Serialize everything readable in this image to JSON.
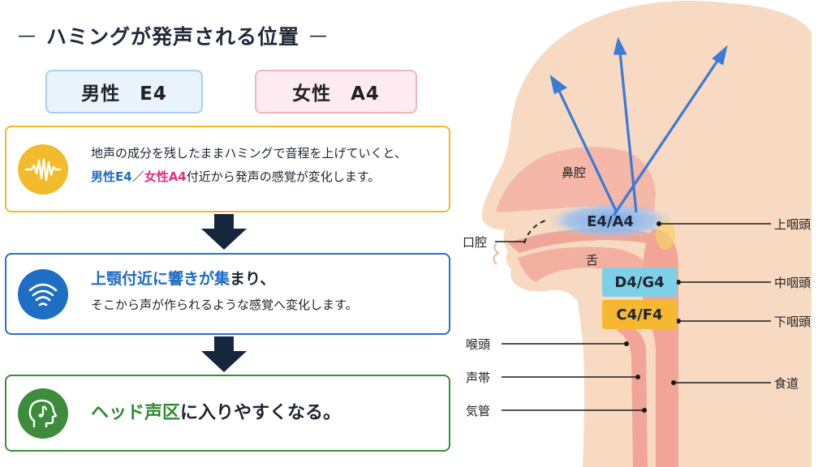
{
  "title": {
    "dash_left": "—",
    "text": "ハミングが発声される位置",
    "dash_right": "—"
  },
  "pills": {
    "male": "男性　E4",
    "female": "女性　A4"
  },
  "cards": {
    "c1": {
      "icon": "sound-wave-icon",
      "line1": "地声の成分を残したままハミングで音程を上げていくと、",
      "male_hl": "男性E4",
      "slash": "／",
      "female_hl": "女性A4",
      "line2_rest": "付近から発声の感覚が変化します。"
    },
    "c2": {
      "icon": "resonance-icon",
      "line1_hl": "上顎付近に響きが集",
      "line1_rest": "まり、",
      "line2": "そこから声が作られるような感覚へ変化します。"
    },
    "c3": {
      "icon": "head-voice-icon",
      "hl": "ヘッド声区",
      "rest": "に入りやすくなる。"
    }
  },
  "diagram": {
    "labels": {
      "nasal_cavity": "鼻腔",
      "mouth": "口腔",
      "tongue": "舌",
      "upper_pharynx": "上咽頭",
      "mid_pharynx": "中咽頭",
      "lower_pharynx": "下咽頭",
      "larynx": "喉頭",
      "vocal_cords": "声帯",
      "trachea": "気管",
      "esophagus": "食道"
    },
    "zones": {
      "e4a4": "E4/A4",
      "d4g4": "D4/G4",
      "c4f4": "C4/F4"
    }
  },
  "colors": {
    "skin": "#f8d9c1",
    "tract": "#f2a596",
    "accent_blue": "#1f6bc6",
    "accent_pink": "#e0307f",
    "accent_green": "#2f8a33",
    "accent_yellow": "#f1bb2b",
    "zone_cyan": "#7ed0e8",
    "zone_orange": "#f6b731"
  }
}
